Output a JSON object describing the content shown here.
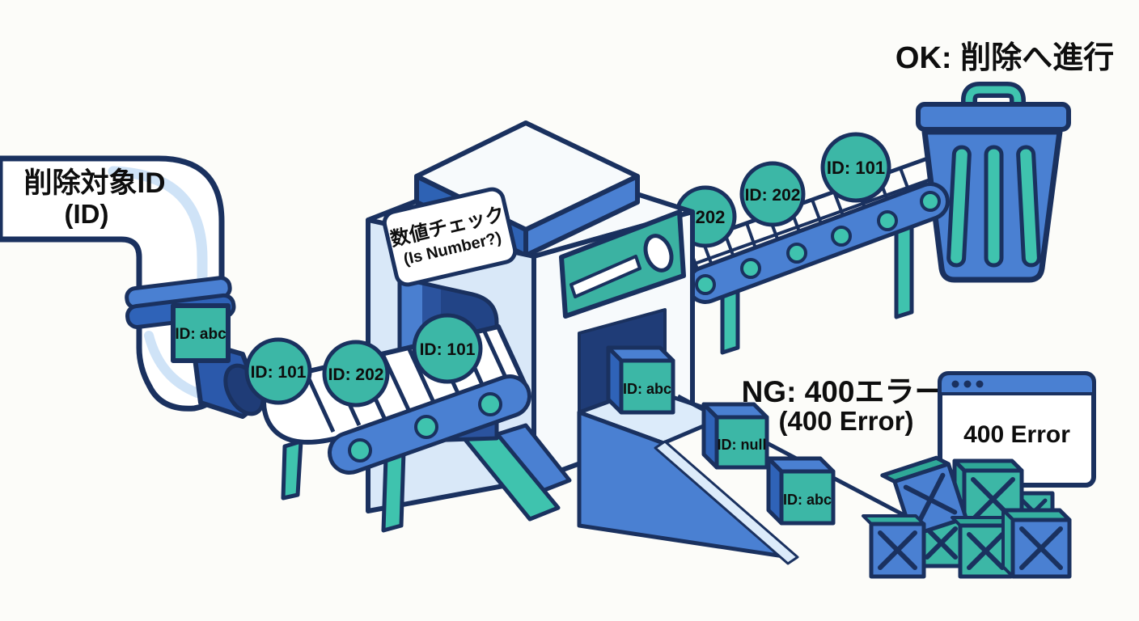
{
  "labels": {
    "input_pipe_line1": "削除対象ID",
    "input_pipe_line2": "(ID)",
    "machine_sign_line1": "数値チェック",
    "machine_sign_line2": "(Is Number?)",
    "ok_path": "OK: 削除へ進行",
    "ng_path_line1": "NG: 400エラー",
    "ng_path_line2": "(400 Error)",
    "error_window_message": "400 Error"
  },
  "items": {
    "pipe_cube": "ID: abc",
    "inbound_belt": [
      "ID: 101",
      "ID: 202",
      "ID: 101"
    ],
    "outbound_belt": [
      "202",
      "ID: 202",
      "ID: 101"
    ],
    "rejected_cubes": [
      "ID: abc",
      "ID: null",
      "ID: abc"
    ]
  },
  "colors": {
    "teal": "#3cb7a6",
    "teal_bright": "#3fc3ae",
    "blue": "#4a80d2",
    "blue_dark": "#2f63b8",
    "navy_outline": "#1a315f",
    "tunnel_blue": "#2b539e",
    "deep_navy": "#1f3c77",
    "machine_face_light": "#d9e8f8",
    "machine_face_white": "#f7fafc",
    "background": "#fcfcf9"
  }
}
